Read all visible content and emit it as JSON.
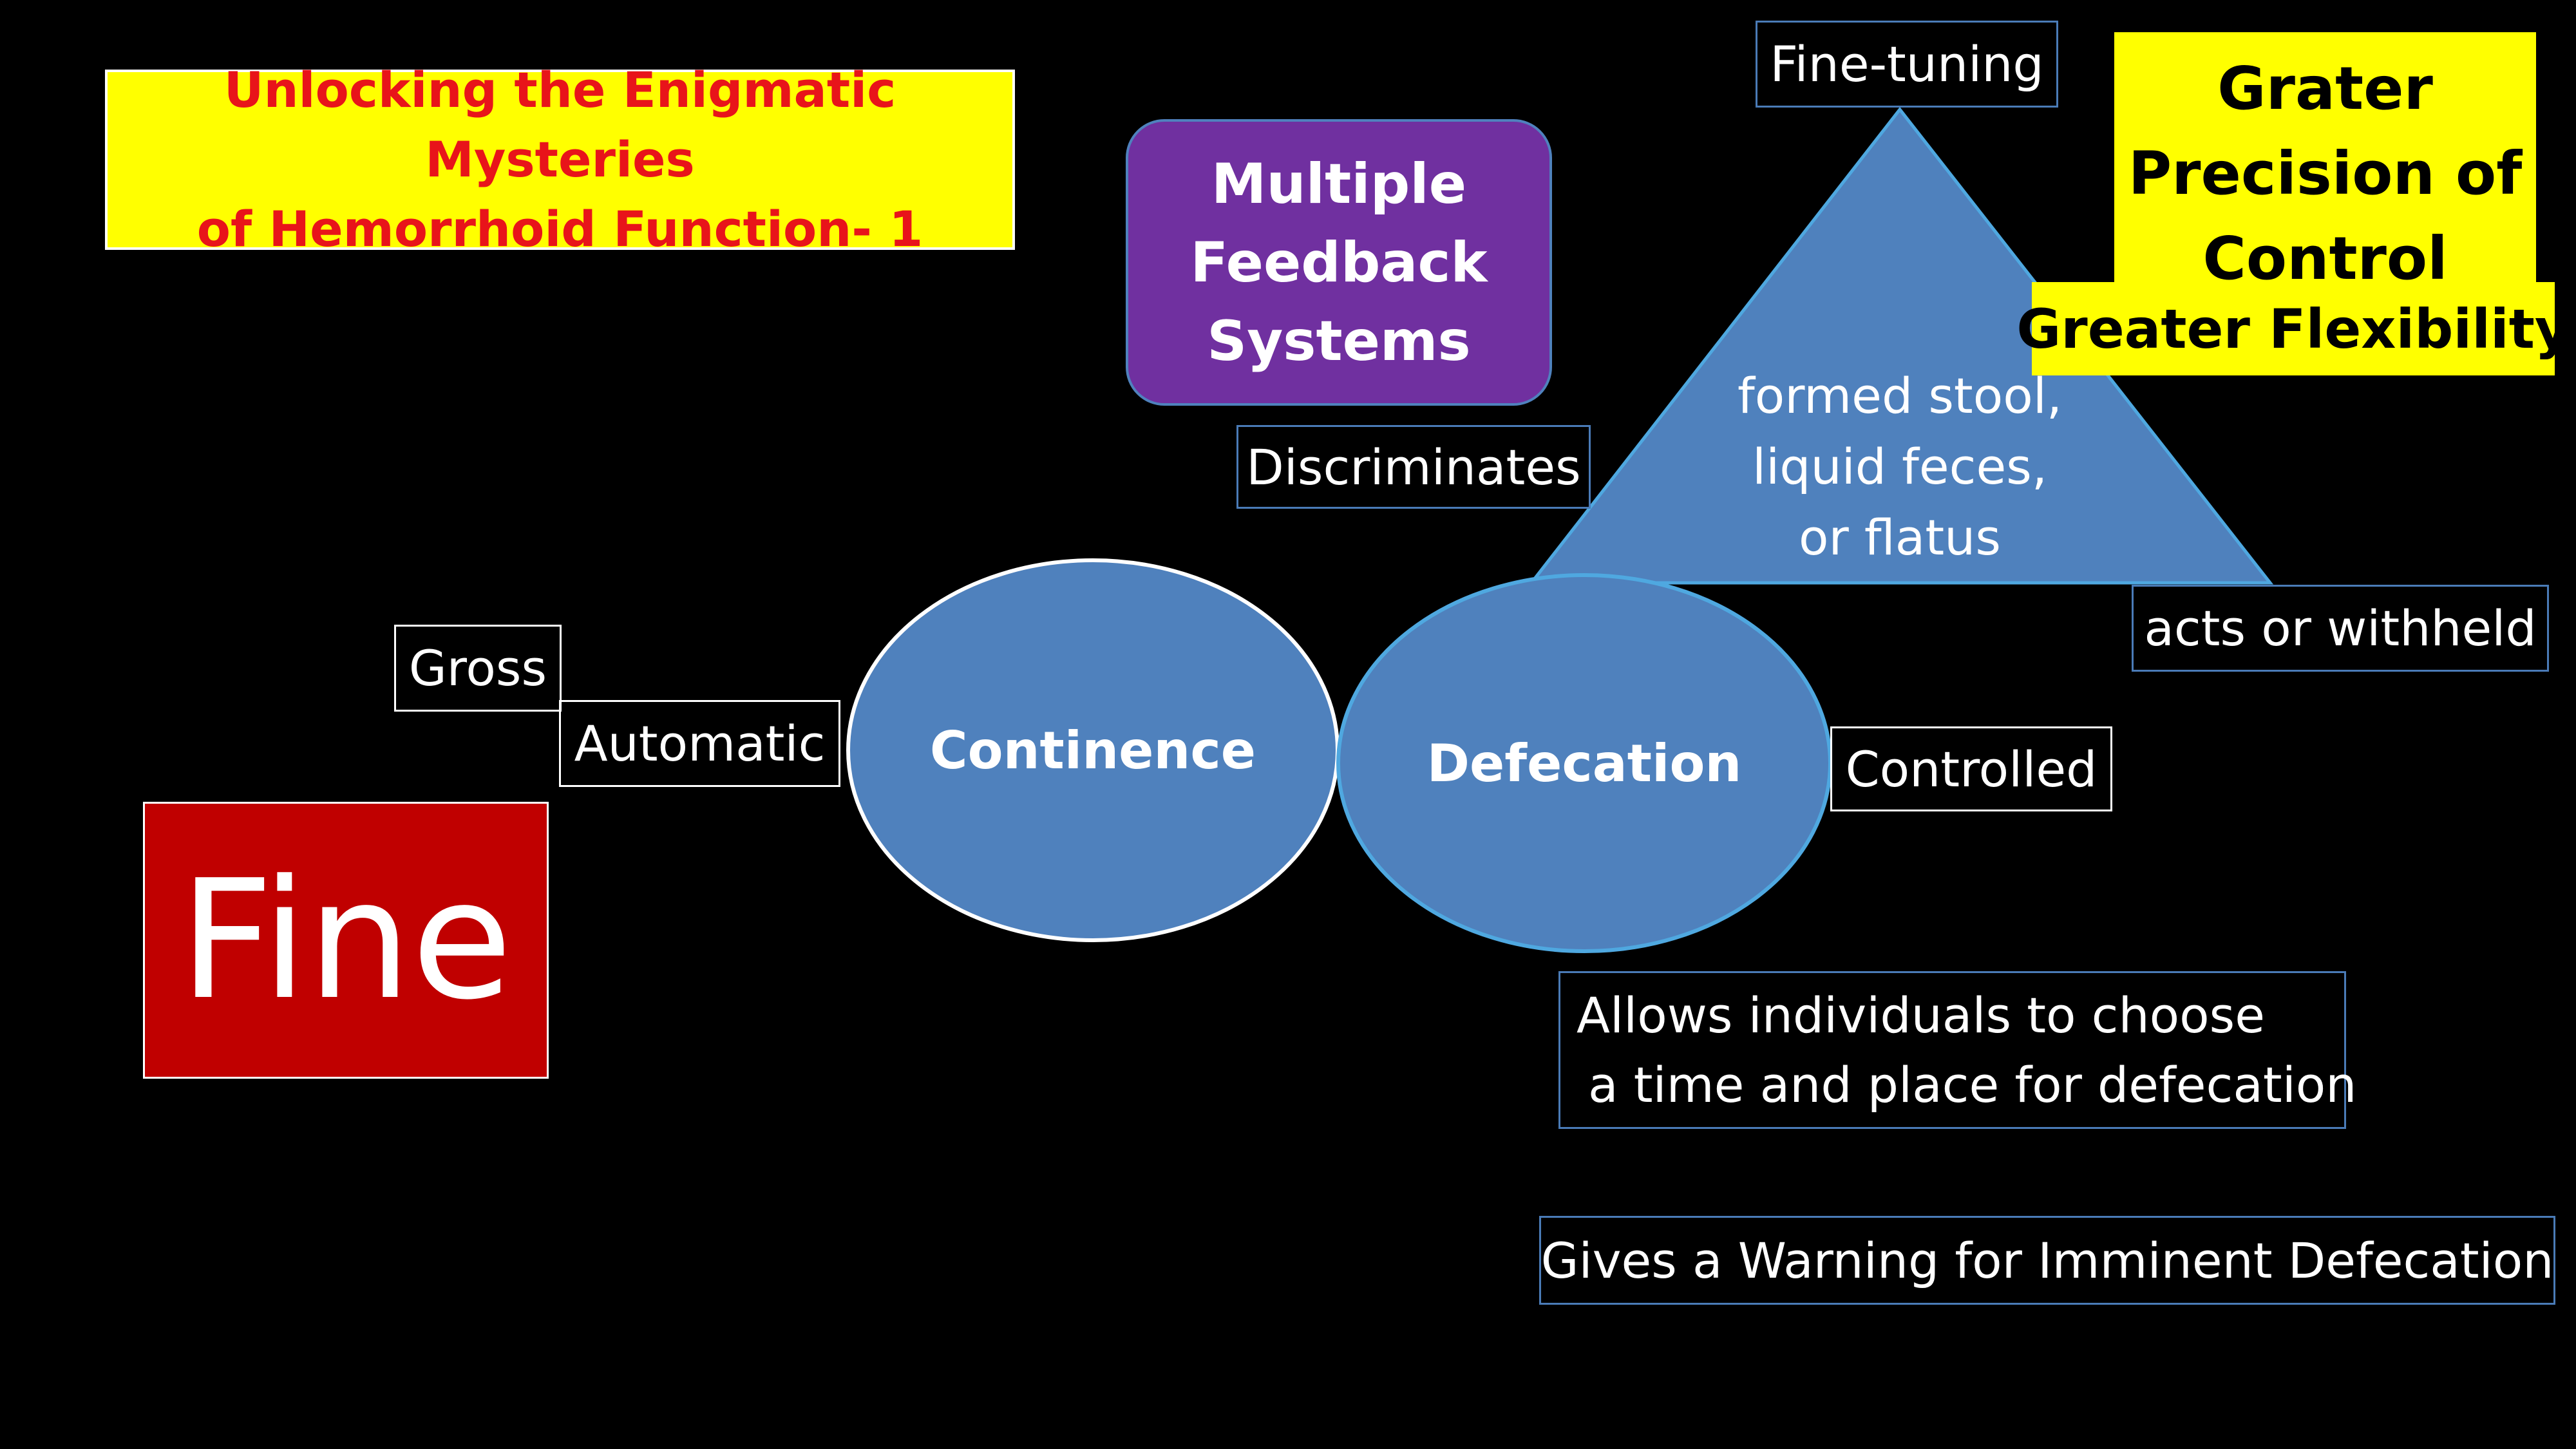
{
  "title": {
    "line1": "Unlocking the Enigmatic Mysteries",
    "line2": "of Hemorrhoid Function- 1"
  },
  "feedback": {
    "line1": "Multiple",
    "line2": "Feedback",
    "line3": "Systems"
  },
  "top_box": "Fine-tuning",
  "precision": {
    "line1": "Grater",
    "line2": "Precision of",
    "line3": "Control",
    "line4": "Greater Flexibility"
  },
  "triangle": {
    "line1": "formed stool,",
    "line2": "liquid feces,",
    "line3": "or flatus"
  },
  "labels": {
    "discriminates": "Discriminates",
    "acts_or_withheld": "acts or withheld",
    "gross": "Gross",
    "automatic": "Automatic",
    "controlled": "Controlled",
    "fine": "Fine",
    "allows_line1": "Allows individuals to choose",
    "allows_line2": "a time and place for defecation",
    "warning": "Gives a Warning for Imminent Defecation"
  },
  "nodes": {
    "continence": "Continence",
    "defecation": "Defecation"
  },
  "colors": {
    "background": "#000000",
    "shape_fill": "#4f81bd",
    "title_bg": "#ffff00",
    "title_text": "#e8141a",
    "feedback_bg": "#7030a0",
    "fine_bg": "#c00000",
    "precision_bg": "#ffff00"
  }
}
